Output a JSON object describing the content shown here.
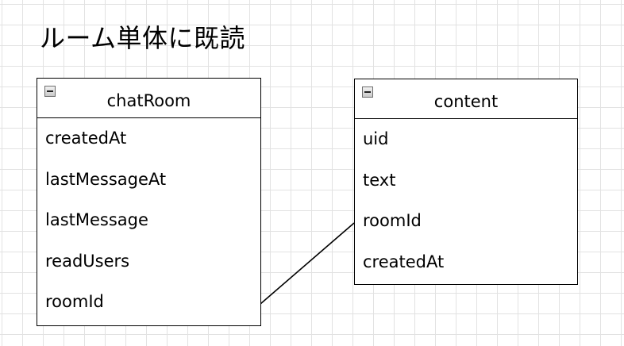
{
  "diagram": {
    "title": "ルーム単体に既読",
    "entities": [
      {
        "name": "chatRoom",
        "fields": [
          "createdAt",
          "lastMessageAt",
          "lastMessage",
          "readUsers",
          "roomId"
        ]
      },
      {
        "name": "content",
        "fields": [
          "uid",
          "text",
          "roomId",
          "createdAt"
        ]
      }
    ],
    "relationship": {
      "from": "chatRoom.roomId",
      "to": "content.roomId"
    }
  }
}
